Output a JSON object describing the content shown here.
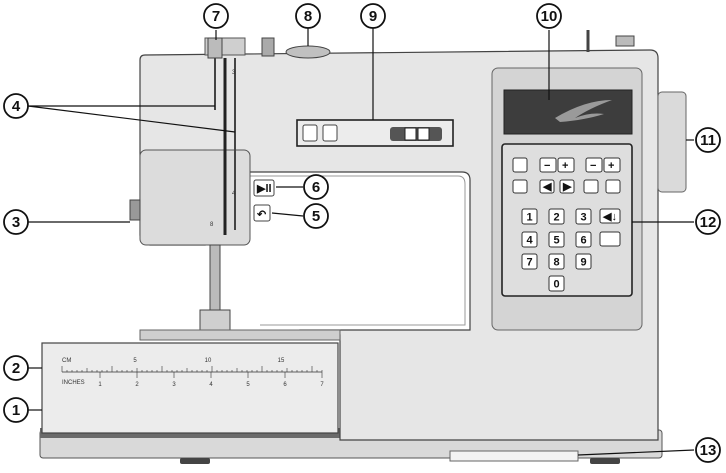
{
  "callouts": [
    {
      "id": "1",
      "label": "1"
    },
    {
      "id": "2",
      "label": "2"
    },
    {
      "id": "3",
      "label": "3"
    },
    {
      "id": "4",
      "label": "4"
    },
    {
      "id": "5",
      "label": "5"
    },
    {
      "id": "6",
      "label": "6"
    },
    {
      "id": "7",
      "label": "7"
    },
    {
      "id": "8",
      "label": "8"
    },
    {
      "id": "9",
      "label": "9"
    },
    {
      "id": "10",
      "label": "10"
    },
    {
      "id": "11",
      "label": "11"
    },
    {
      "id": "12",
      "label": "12"
    },
    {
      "id": "13",
      "label": "13"
    }
  ],
  "ruler": {
    "cm_label": "CM",
    "inch_label": "INCHES",
    "cm_ticks": [
      "5",
      "10",
      "15"
    ],
    "inch_ticks": [
      "1",
      "2",
      "3",
      "4",
      "5",
      "6",
      "7"
    ]
  },
  "keypad": {
    "digits": [
      "1",
      "2",
      "3",
      "4",
      "5",
      "6",
      "7",
      "8",
      "9",
      "0"
    ],
    "minus": "−",
    "plus": "+"
  },
  "thread_marks": [
    "3",
    "4",
    "8"
  ],
  "colors": {
    "body": "#e6e6e6",
    "panel": "#d4d4d4",
    "display": "#3d3d3d",
    "outline": "#444444",
    "callout_fill": "#ffffff"
  }
}
